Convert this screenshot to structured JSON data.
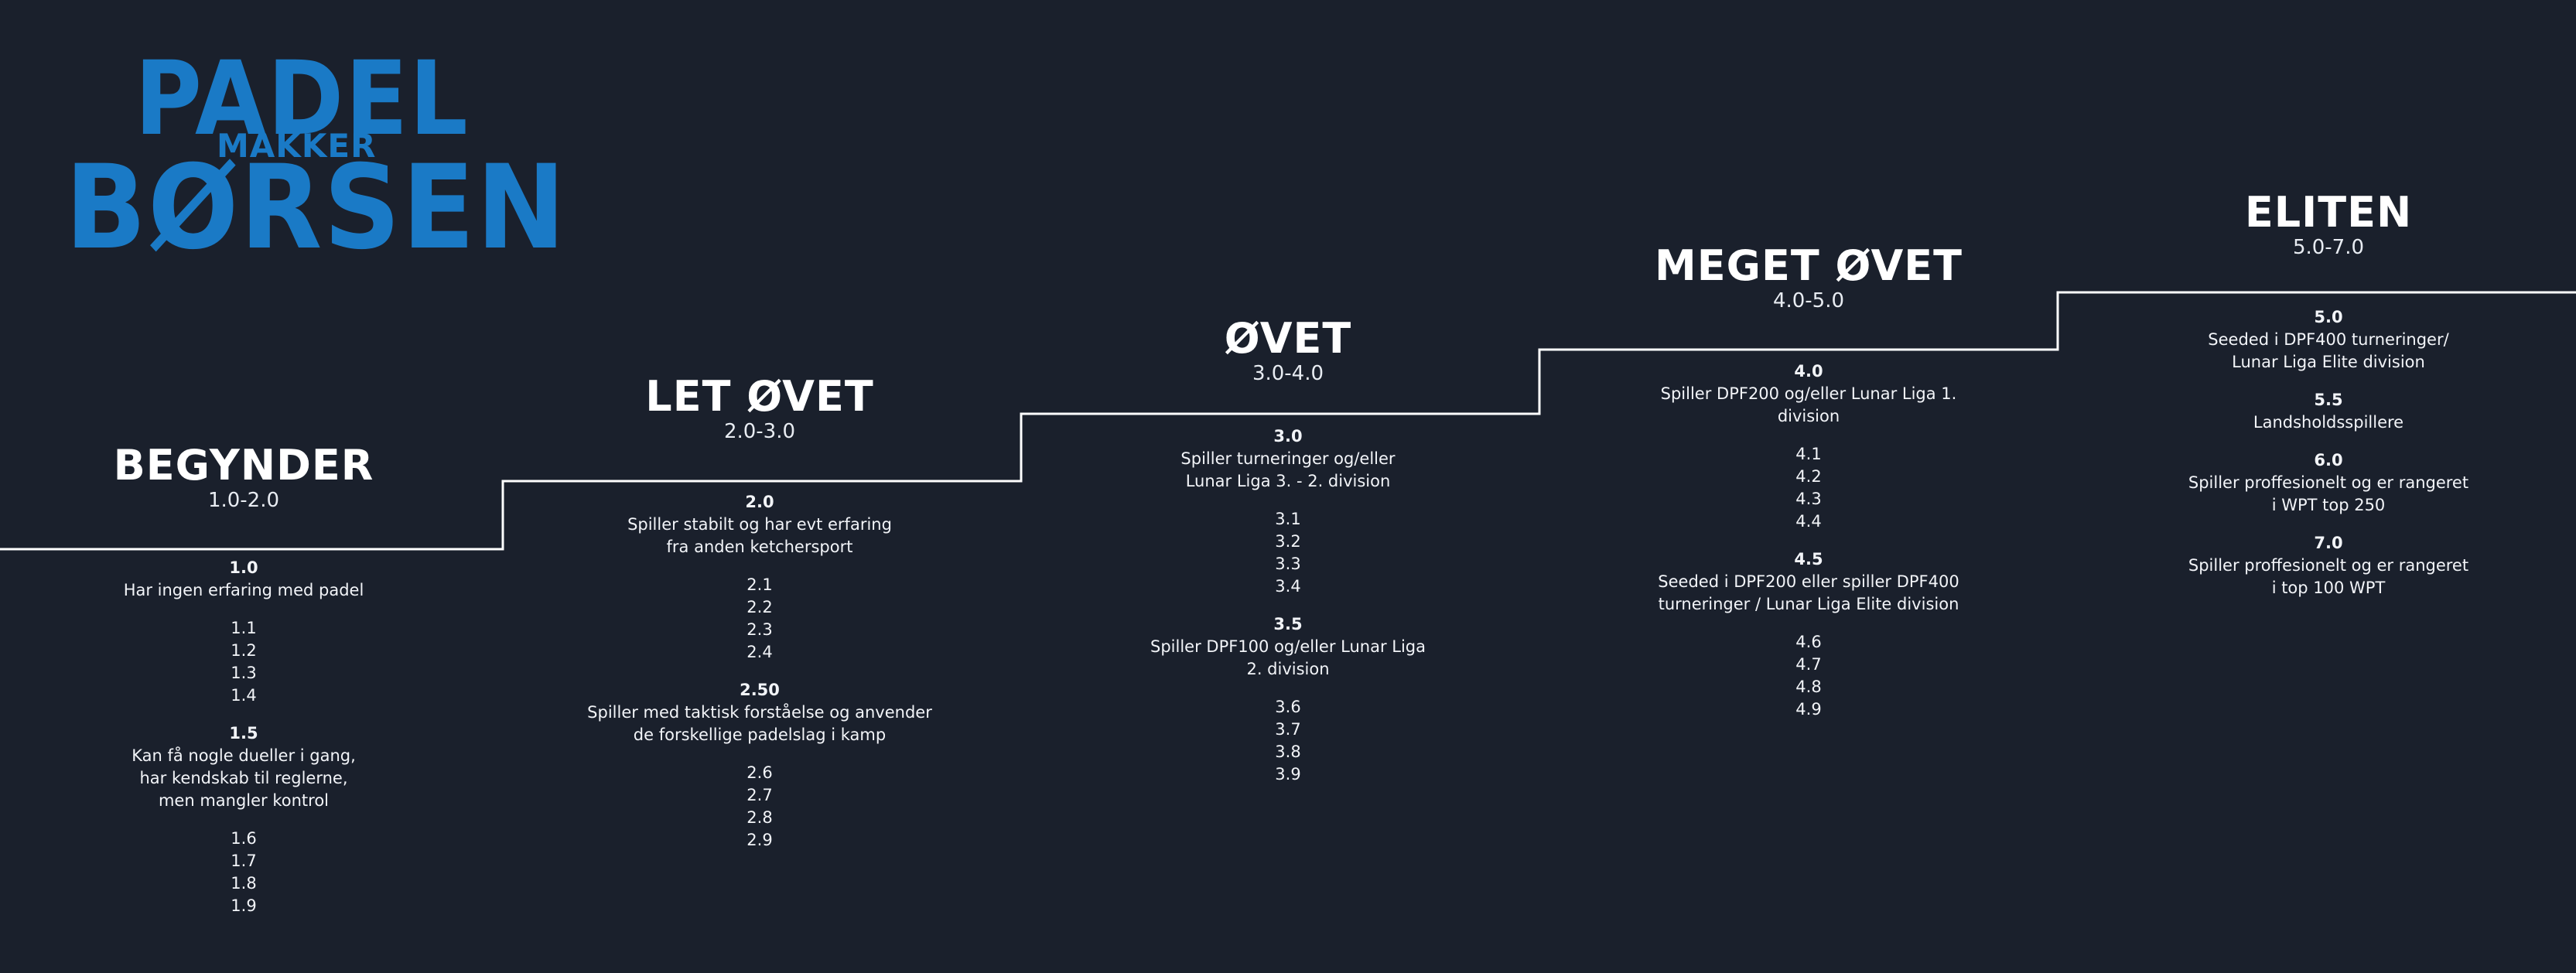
{
  "logo": {
    "line1": "PADEL",
    "line2": "MAKKER",
    "line3": "BØRSEN"
  },
  "levels": [
    {
      "title": "BEGYNDER",
      "range": "1.0-2.0",
      "groups": [
        {
          "num": "1.0",
          "desc": "Har ingen erfaring med padel",
          "subs": [
            "1.1",
            "1.2",
            "1.3",
            "1.4"
          ]
        },
        {
          "num": "1.5",
          "desc": "Kan få nogle dueller i gang,\nhar kendskab til reglerne,\nmen mangler kontrol",
          "subs": [
            "1.6",
            "1.7",
            "1.8",
            "1.9"
          ]
        }
      ]
    },
    {
      "title": "LET ØVET",
      "range": "2.0-3.0",
      "groups": [
        {
          "num": "2.0",
          "desc": "Spiller stabilt og har evt erfaring\nfra anden ketchersport",
          "subs": [
            "2.1",
            "2.2",
            "2.3",
            "2.4"
          ]
        },
        {
          "num": "2.50",
          "desc": "Spiller med taktisk forståelse og anvender\nde forskellige padelslag i kamp",
          "subs": [
            "2.6",
            "2.7",
            "2.8",
            "2.9"
          ]
        }
      ]
    },
    {
      "title": "ØVET",
      "range": "3.0-4.0",
      "groups": [
        {
          "num": "3.0",
          "desc": "Spiller turneringer og/eller\nLunar Liga 3. - 2. division",
          "subs": [
            "3.1",
            "3.2",
            "3.3",
            "3.4"
          ]
        },
        {
          "num": "3.5",
          "desc": "Spiller DPF100 og/eller Lunar Liga\n2. division",
          "subs": [
            "3.6",
            "3.7",
            "3.8",
            "3.9"
          ]
        }
      ]
    },
    {
      "title": "MEGET ØVET",
      "range": "4.0-5.0",
      "groups": [
        {
          "num": "4.0",
          "desc": "Spiller DPF200 og/eller Lunar Liga 1.\ndivision",
          "subs": [
            "4.1",
            "4.2",
            "4.3",
            "4.4"
          ]
        },
        {
          "num": "4.5",
          "desc": "Seeded i DPF200 eller spiller DPF400\nturneringer / Lunar Liga Elite division",
          "subs": [
            "4.6",
            "4.7",
            "4.8",
            "4.9"
          ]
        }
      ]
    },
    {
      "title": "ELITEN",
      "range": "5.0-7.0",
      "groups": [
        {
          "num": "5.0",
          "desc": "Seeded i DPF400 turneringer/\nLunar Liga Elite division",
          "subs": []
        },
        {
          "num": "5.5",
          "desc": "Landsholdsspillere",
          "subs": []
        },
        {
          "num": "6.0",
          "desc": "Spiller proffesionelt og er rangeret\ni WPT top 250",
          "subs": []
        },
        {
          "num": "7.0",
          "desc": "Spiller proffesionelt og er rangeret\ni top 100 WPT",
          "subs": []
        }
      ]
    }
  ]
}
